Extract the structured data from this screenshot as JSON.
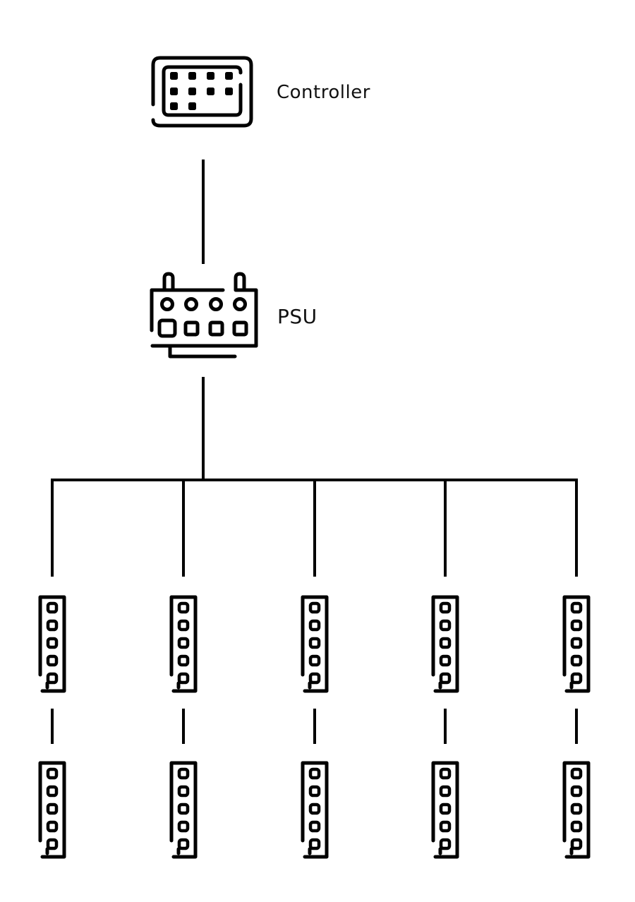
{
  "diagram": {
    "title": "",
    "stroke_color": "#000000",
    "background": "#ffffff",
    "nodes": {
      "controller": {
        "label": "Controller",
        "icon": "controller-icon"
      },
      "psu": {
        "label": "PSU",
        "icon": "psu-icon"
      },
      "strips": {
        "icon": "led-strip-icon",
        "columns": 5,
        "rows": 2,
        "dots_per_strip": 5
      }
    },
    "edges": [
      {
        "from": "controller",
        "to": "psu"
      },
      {
        "from": "psu",
        "to": "strip-col-1-row-1"
      },
      {
        "from": "psu",
        "to": "strip-col-2-row-1"
      },
      {
        "from": "psu",
        "to": "strip-col-3-row-1"
      },
      {
        "from": "psu",
        "to": "strip-col-4-row-1"
      },
      {
        "from": "psu",
        "to": "strip-col-5-row-1"
      },
      {
        "from": "strip-col-1-row-1",
        "to": "strip-col-1-row-2"
      },
      {
        "from": "strip-col-2-row-1",
        "to": "strip-col-2-row-2"
      },
      {
        "from": "strip-col-3-row-1",
        "to": "strip-col-3-row-2"
      },
      {
        "from": "strip-col-4-row-1",
        "to": "strip-col-4-row-2"
      },
      {
        "from": "strip-col-5-row-1",
        "to": "strip-col-5-row-2"
      }
    ]
  }
}
